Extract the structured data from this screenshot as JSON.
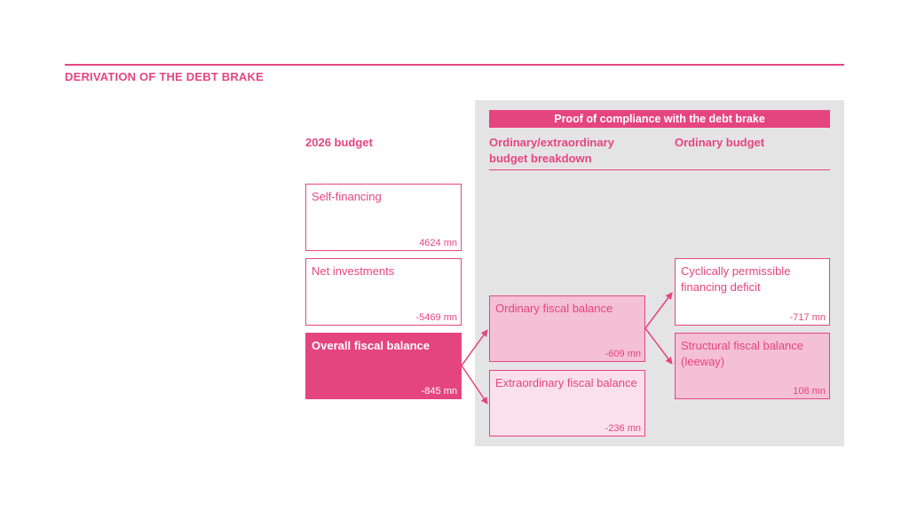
{
  "title": "DERIVATION OF THE DEBT BRAKE",
  "banner": "Proof of compliance with the debt brake",
  "columns": {
    "budget": "2026 budget",
    "breakdown_line1": "Ordinary/extraordinary",
    "breakdown_line2": "budget breakdown",
    "ordinary": "Ordinary budget"
  },
  "boxes": {
    "self_financing": {
      "label": "Self-financing",
      "value": "4624 mn"
    },
    "net_investments": {
      "label": "Net investments",
      "value": "-5469 mn"
    },
    "overall": {
      "label": "Overall fiscal balance",
      "value": "-845 mn"
    },
    "ordinary": {
      "label": "Ordinary fiscal balance",
      "value": "-609 mn"
    },
    "extraordinary": {
      "label": "Extraordinary fiscal balance",
      "value": "-236 mn"
    },
    "cyclical": {
      "label_line1": "Cyclically permissible",
      "label_line2": "financing deficit",
      "value": "-717 mn"
    },
    "structural": {
      "label_line1": "Structural fiscal balance",
      "label_line2": "(leeway)",
      "value": "108 mn"
    }
  },
  "colors": {
    "accent": "#e5457f",
    "panel": "#e4e4e4",
    "mid_fill": "#f4c0d4",
    "light_fill": "#fae0ea"
  }
}
